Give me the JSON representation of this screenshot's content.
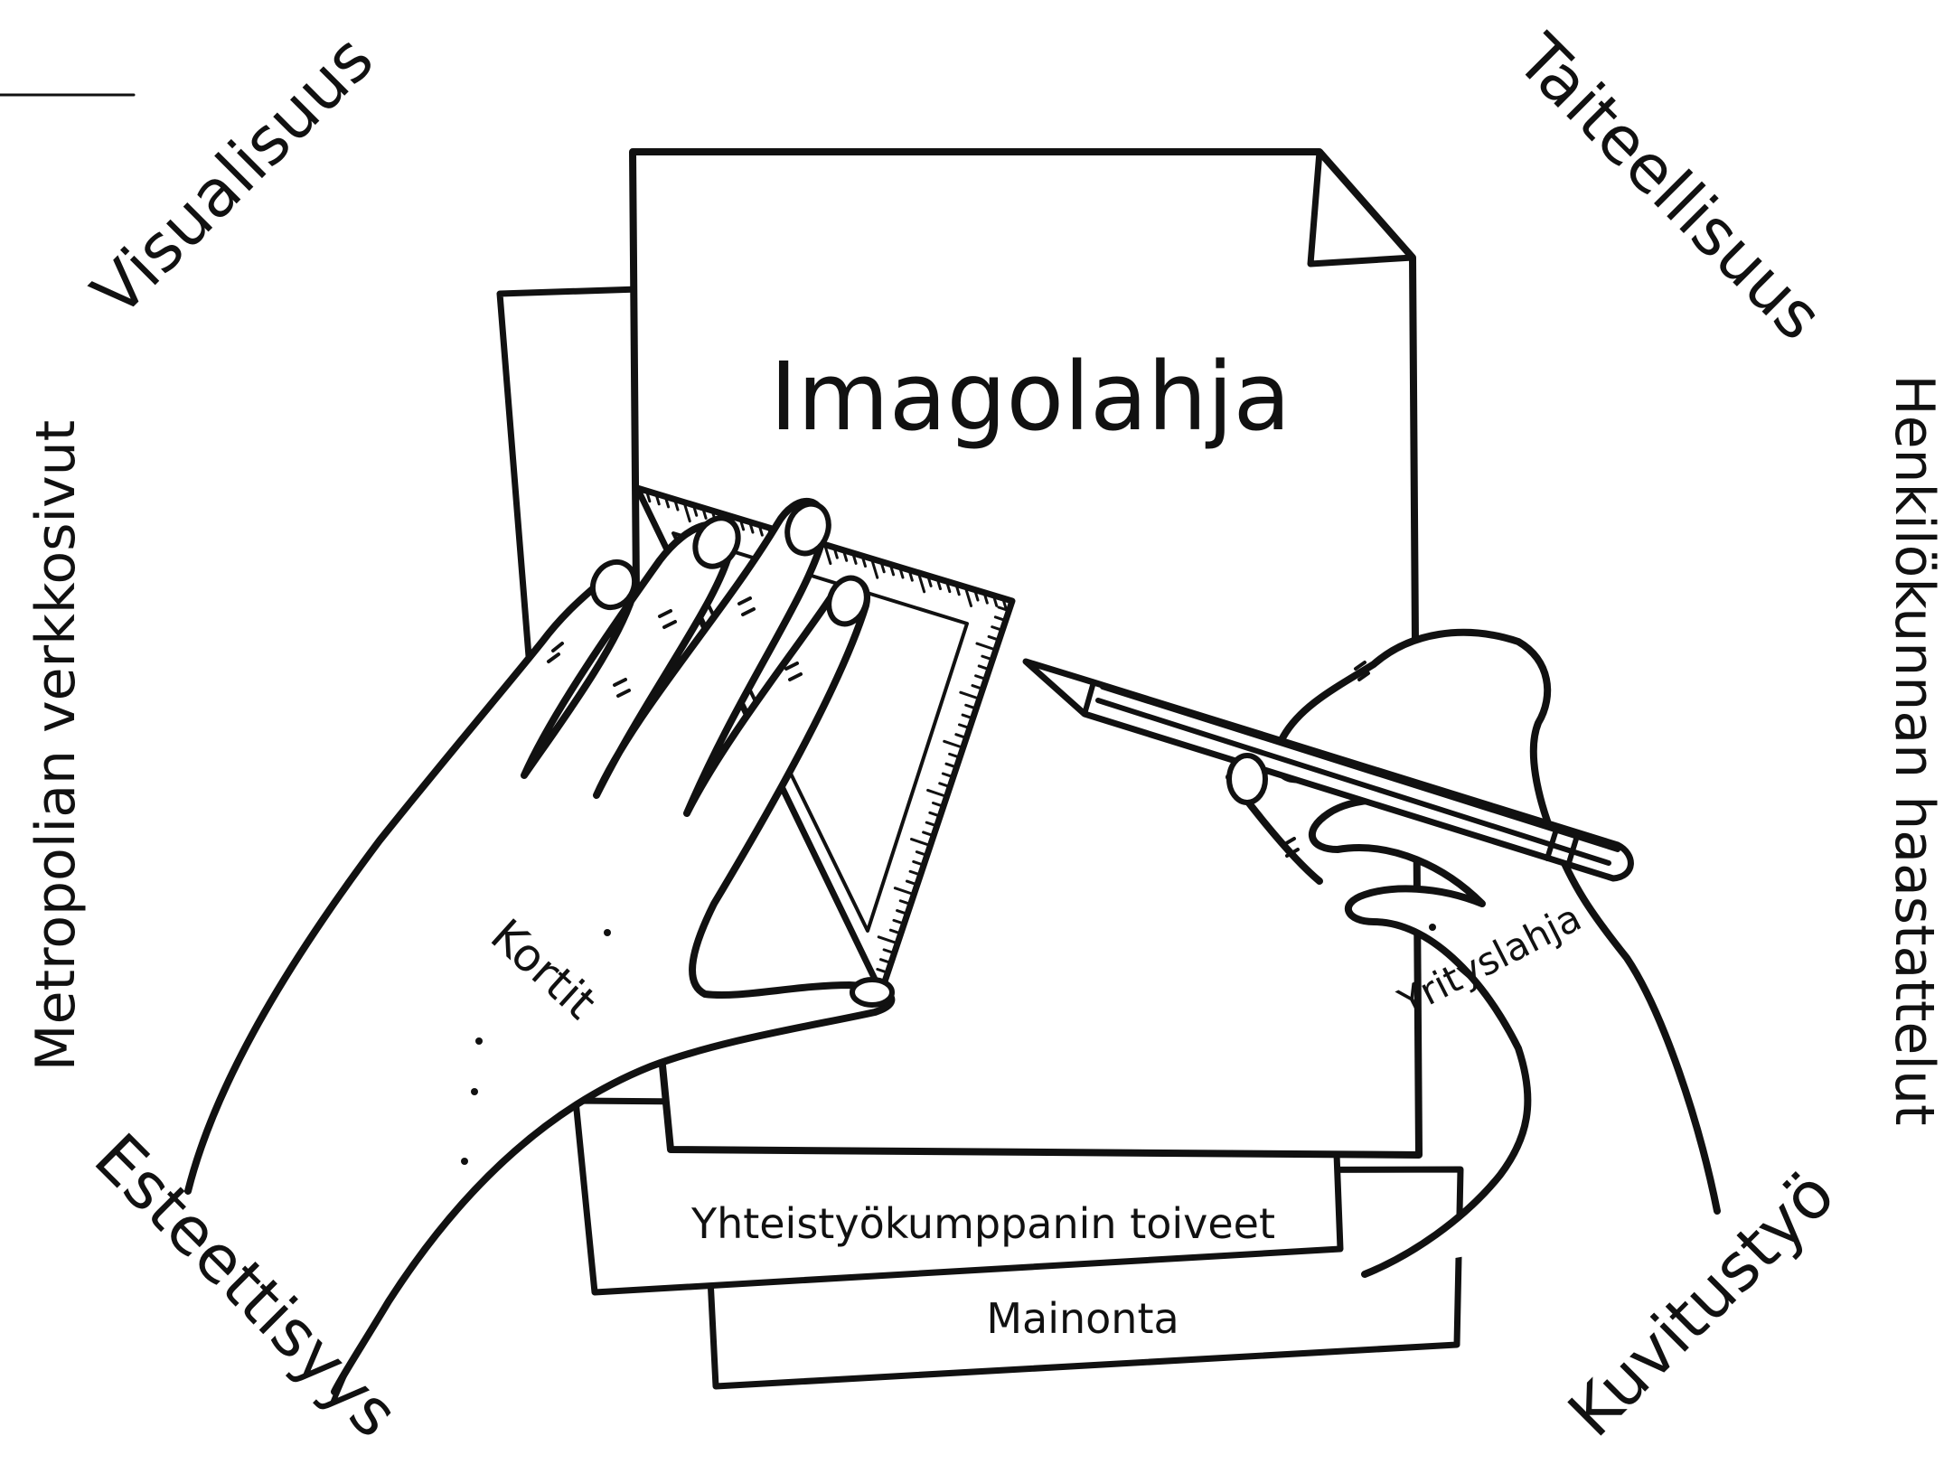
{
  "center_title": "Imagolahja",
  "corner_words": {
    "top_left": "Visualisuus",
    "top_right": "Taiteellisuus",
    "bottom_left": "Esteettisyys",
    "bottom_right": "Kuvitustyö"
  },
  "side_words": {
    "left": "Metropolian verkkosivut",
    "right": "Henkilökunnan haastattelut"
  },
  "hand_labels": {
    "left_hand": "Kortit",
    "right_hand": "Yrityslahja"
  },
  "paper_labels": {
    "middle_sheet": "Yhteistyökumppanin toiveet",
    "bottom_sheet": "Mainonta"
  }
}
